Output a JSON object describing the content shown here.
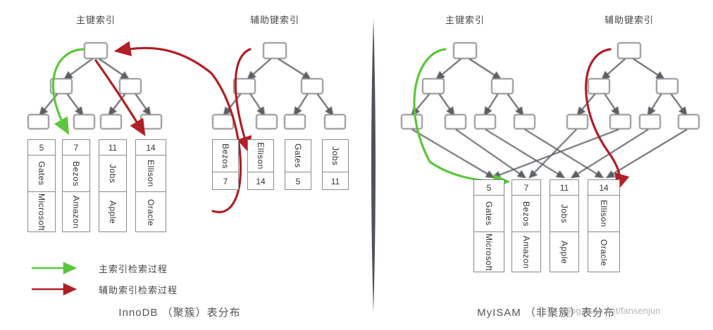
{
  "panels": {
    "left": {
      "caption": "InnoDB （聚簇）表分布",
      "primary_header": "主键索引",
      "secondary_header": "辅助键索引",
      "primary_records": [
        {
          "id": "5",
          "name": "Gates",
          "company": "Microsoft"
        },
        {
          "id": "7",
          "name": "Bezos",
          "company": "Amazon"
        },
        {
          "id": "11",
          "name": "Jobs",
          "company": "Apple"
        },
        {
          "id": "14",
          "name": "Ellison",
          "company": "Oracle"
        }
      ],
      "secondary_records": [
        {
          "name": "Bezos",
          "id": "7"
        },
        {
          "name": "Ellison",
          "id": "14"
        },
        {
          "name": "Gates",
          "id": "5"
        },
        {
          "name": "Jobs",
          "id": "11"
        }
      ]
    },
    "right": {
      "caption": "MyISAM （非聚簇）表分布",
      "primary_header": "主键索引",
      "secondary_header": "辅助键索引",
      "records": [
        {
          "id": "5",
          "name": "Gates",
          "company": "Microsoft"
        },
        {
          "id": "7",
          "name": "Bezos",
          "company": "Amazon"
        },
        {
          "id": "11",
          "name": "Jobs",
          "company": "Apple"
        },
        {
          "id": "14",
          "name": "Ellison",
          "company": "Oracle"
        }
      ]
    }
  },
  "legend": {
    "primary_label": "主索引检索过程",
    "secondary_label": "辅助索引检索过程",
    "primary_color": "#5cc63c",
    "secondary_color": "#b01f26"
  },
  "watermark": "blog.csdn.net/fansenjun",
  "colors": {
    "node_border": "#8a8a8a",
    "tree_edge": "#5a5f63",
    "divider": "#4e535a"
  }
}
